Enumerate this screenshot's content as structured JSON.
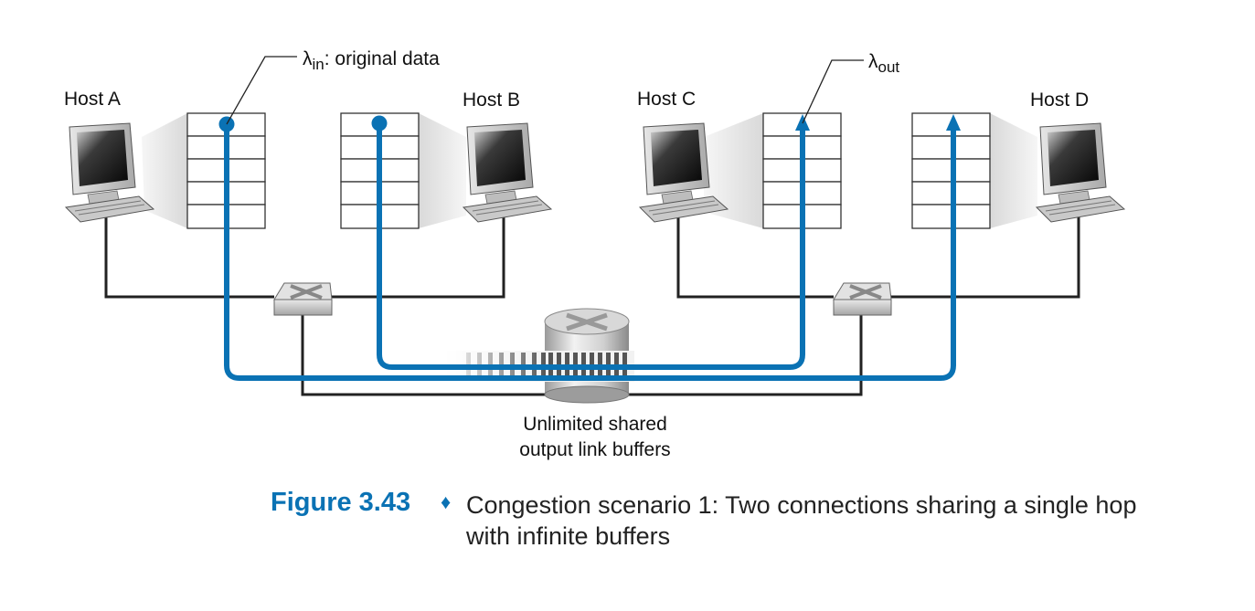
{
  "diagram": {
    "hosts": {
      "a": "Host A",
      "b": "Host B",
      "c": "Host C",
      "d": "Host D"
    },
    "lambda_in": {
      "symbol": "λ",
      "sub": "in",
      "text": ": original data"
    },
    "lambda_out": {
      "symbol": "λ",
      "sub": "out"
    },
    "buffer_label": [
      "Unlimited shared",
      "output link buffers"
    ],
    "colors": {
      "flow": "#0a72b4",
      "link": "#222222"
    }
  },
  "caption": {
    "figure_number": "Figure 3.43",
    "separator": "♦",
    "text": "Congestion scenario 1: Two connections sharing a single hop with infinite buffers"
  }
}
